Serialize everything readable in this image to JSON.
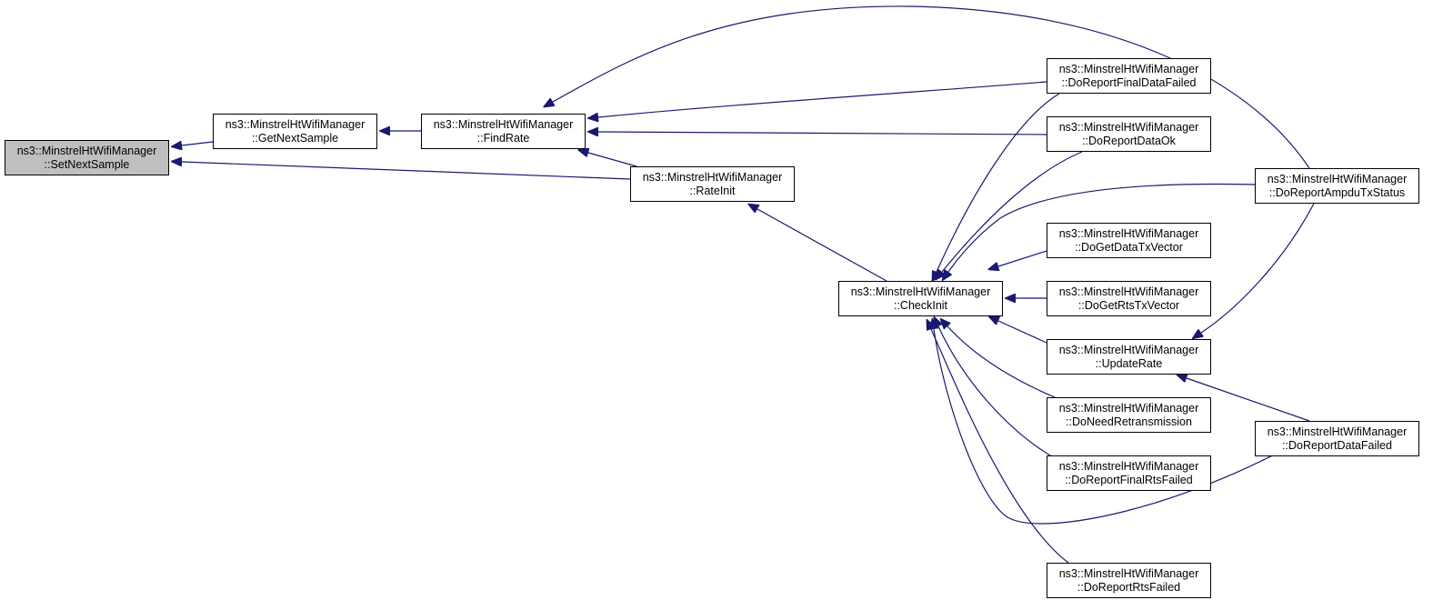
{
  "colors": {
    "edge": "#191970",
    "node_border": "#000000",
    "focus_fill": "#bfbfbf",
    "node_fill": "#ffffff"
  },
  "nodes": {
    "set_next_sample": {
      "line1": "ns3::MinstrelHtWifiManager",
      "line2": "::SetNextSample"
    },
    "get_next_sample": {
      "line1": "ns3::MinstrelHtWifiManager",
      "line2": "::GetNextSample"
    },
    "find_rate": {
      "line1": "ns3::MinstrelHtWifiManager",
      "line2": "::FindRate"
    },
    "rate_init": {
      "line1": "ns3::MinstrelHtWifiManager",
      "line2": "::RateInit"
    },
    "check_init": {
      "line1": "ns3::MinstrelHtWifiManager",
      "line2": "::CheckInit"
    },
    "do_report_final_data_failed": {
      "line1": "ns3::MinstrelHtWifiManager",
      "line2": "::DoReportFinalDataFailed"
    },
    "do_report_data_ok": {
      "line1": "ns3::MinstrelHtWifiManager",
      "line2": "::DoReportDataOk"
    },
    "do_get_data_tx_vector": {
      "line1": "ns3::MinstrelHtWifiManager",
      "line2": "::DoGetDataTxVector"
    },
    "do_get_rts_tx_vector": {
      "line1": "ns3::MinstrelHtWifiManager",
      "line2": "::DoGetRtsTxVector"
    },
    "update_rate": {
      "line1": "ns3::MinstrelHtWifiManager",
      "line2": "::UpdateRate"
    },
    "do_need_retransmission": {
      "line1": "ns3::MinstrelHtWifiManager",
      "line2": "::DoNeedRetransmission"
    },
    "do_report_final_rts_failed": {
      "line1": "ns3::MinstrelHtWifiManager",
      "line2": "::DoReportFinalRtsFailed"
    },
    "do_report_rts_failed": {
      "line1": "ns3::MinstrelHtWifiManager",
      "line2": "::DoReportRtsFailed"
    },
    "do_report_ampdu_tx_status": {
      "line1": "ns3::MinstrelHtWifiManager",
      "line2": "::DoReportAmpduTxStatus"
    },
    "do_report_data_failed": {
      "line1": "ns3::MinstrelHtWifiManager",
      "line2": "::DoReportDataFailed"
    }
  },
  "edges": [
    [
      "get_next_sample",
      "set_next_sample"
    ],
    [
      "rate_init",
      "set_next_sample"
    ],
    [
      "find_rate",
      "get_next_sample"
    ],
    [
      "do_report_ampdu_tx_status",
      "find_rate"
    ],
    [
      "do_report_final_data_failed",
      "find_rate"
    ],
    [
      "do_report_data_ok",
      "find_rate"
    ],
    [
      "rate_init",
      "find_rate"
    ],
    [
      "check_init",
      "rate_init"
    ],
    [
      "do_report_final_data_failed",
      "check_init"
    ],
    [
      "do_report_data_ok",
      "check_init"
    ],
    [
      "do_report_ampdu_tx_status",
      "check_init"
    ],
    [
      "do_get_data_tx_vector",
      "check_init"
    ],
    [
      "do_get_rts_tx_vector",
      "check_init"
    ],
    [
      "update_rate",
      "check_init"
    ],
    [
      "do_need_retransmission",
      "check_init"
    ],
    [
      "do_report_final_rts_failed",
      "check_init"
    ],
    [
      "do_report_data_failed",
      "check_init"
    ],
    [
      "do_report_rts_failed",
      "check_init"
    ],
    [
      "do_report_ampdu_tx_status",
      "update_rate"
    ],
    [
      "do_report_data_failed",
      "update_rate"
    ]
  ]
}
